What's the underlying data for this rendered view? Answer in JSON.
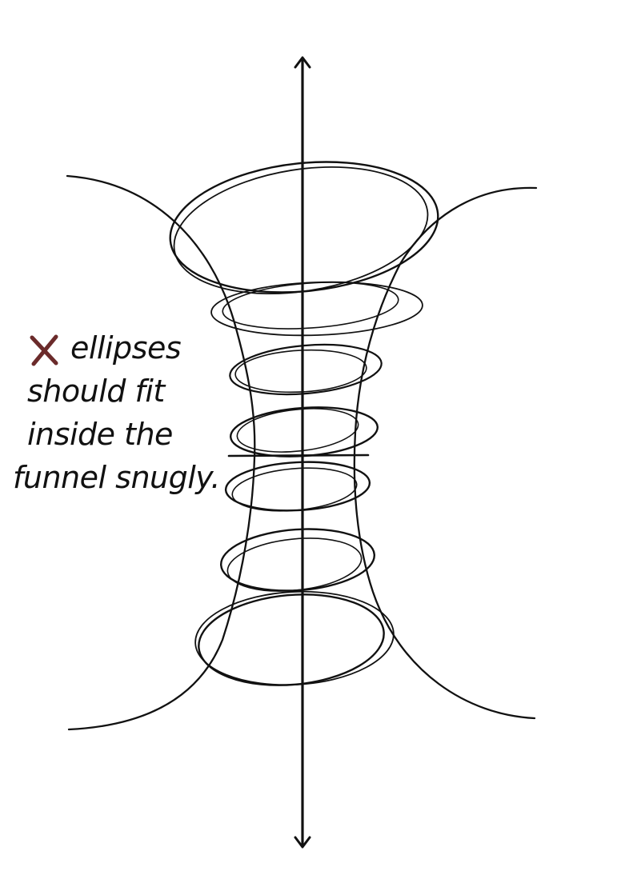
{
  "note": {
    "lines": [
      "ellipses",
      "should fit",
      "inside the",
      "funnel snugly."
    ]
  },
  "icons": {
    "mark": "cross-mark-icon"
  },
  "colors": {
    "ink": "#111111",
    "mark": "#6b2b2b",
    "background": "#ffffff"
  }
}
